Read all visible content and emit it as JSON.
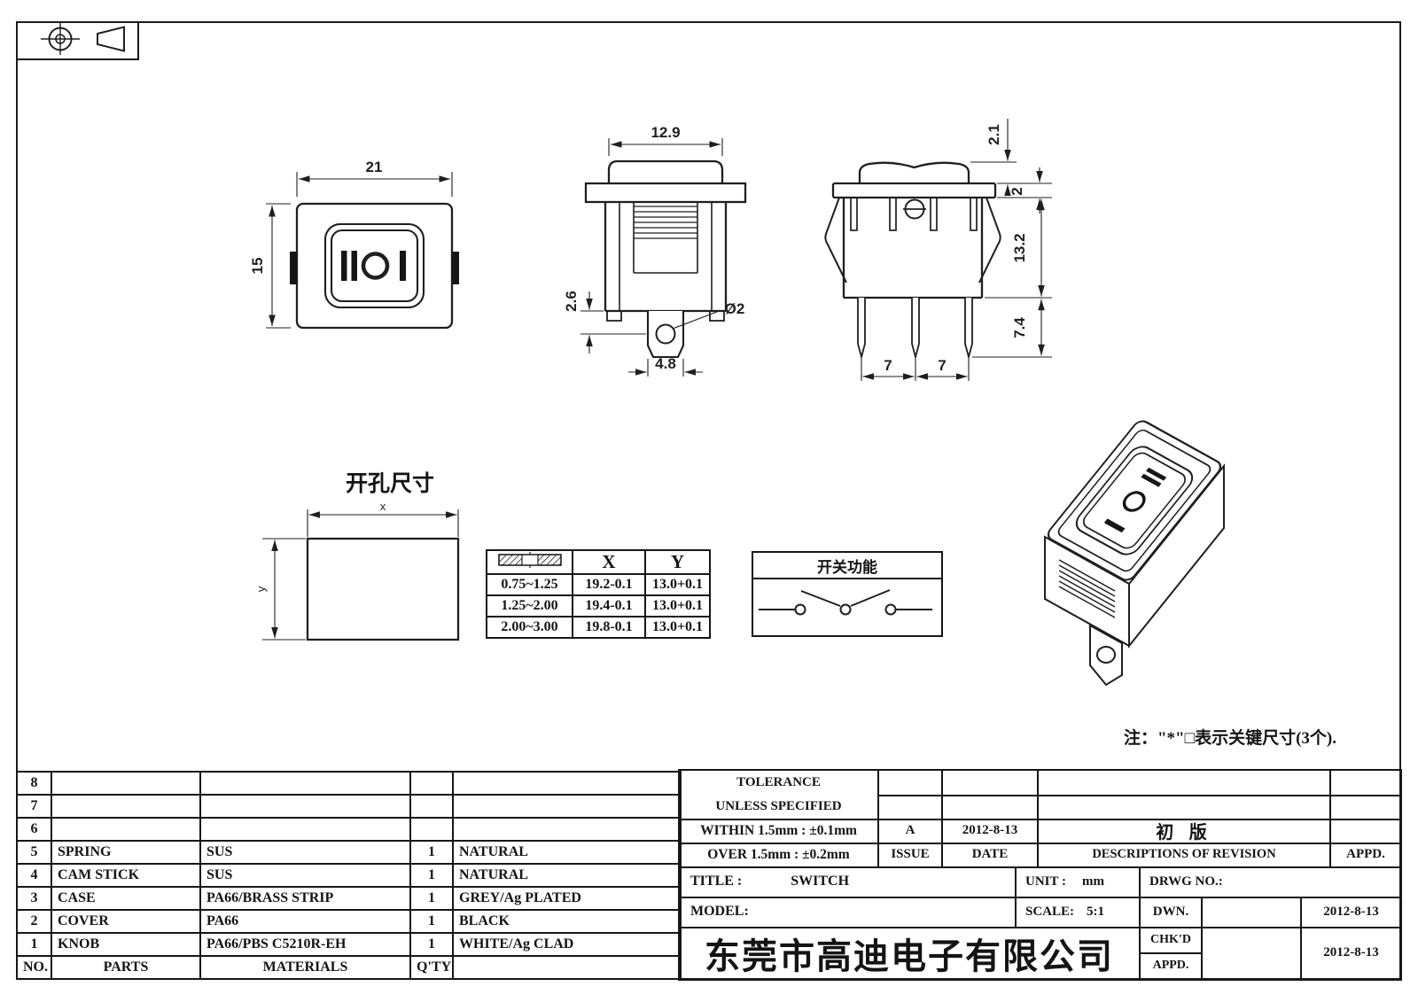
{
  "sheet": {
    "note": "注：\"*\"□表示关键尺寸(3个).",
    "projection_icon": "first-angle-projection-symbol"
  },
  "views": {
    "front": {
      "dim_width": "21",
      "dim_height": "15",
      "markings": "II O I"
    },
    "side": {
      "dim_width": "12.9",
      "dim_offset": "2.6",
      "dim_hole": "Ø2",
      "dim_terminal_width": "4.8"
    },
    "end": {
      "dim_knob_height": "2.1",
      "dim_flange": "2",
      "dim_body_height": "13.2",
      "dim_terminal_length": "7.4",
      "dim_pitch_left": "7",
      "dim_pitch_right": "7"
    },
    "iso": {
      "markings": "I O II"
    }
  },
  "cutout": {
    "title": "开孔尺寸",
    "x_label": "x",
    "y_label": "y"
  },
  "panel_table": {
    "thickness_icon": "panel-thickness-symbol",
    "col_x": "X",
    "col_y": "Y",
    "rows": [
      {
        "thickness": "0.75~1.25",
        "x": "19.2-0.1",
        "y": "13.0+0.1"
      },
      {
        "thickness": "1.25~2.00",
        "x": "19.4-0.1",
        "y": "13.0+0.1"
      },
      {
        "thickness": "2.00~3.00",
        "x": "19.8-0.1",
        "y": "13.0+0.1"
      }
    ]
  },
  "function_box": {
    "title": "开关功能"
  },
  "bom": {
    "header": {
      "no": "NO.",
      "parts": "PARTS",
      "materials": "MATERIALS",
      "qty": "Q'TY",
      "color": ""
    },
    "rows": [
      {
        "no": "8",
        "parts": "",
        "materials": "",
        "qty": "",
        "color": ""
      },
      {
        "no": "7",
        "parts": "",
        "materials": "",
        "qty": "",
        "color": ""
      },
      {
        "no": "6",
        "parts": "",
        "materials": "",
        "qty": "",
        "color": ""
      },
      {
        "no": "5",
        "parts": "SPRING",
        "materials": "SUS",
        "qty": "1",
        "color": "NATURAL"
      },
      {
        "no": "4",
        "parts": "CAM STICK",
        "materials": "SUS",
        "qty": "1",
        "color": "NATURAL"
      },
      {
        "no": "3",
        "parts": "CASE",
        "materials": "PA66/BRASS STRIP",
        "qty": "1",
        "color": "GREY/Ag PLATED"
      },
      {
        "no": "2",
        "parts": "COVER",
        "materials": "PA66",
        "qty": "1",
        "color": "BLACK"
      },
      {
        "no": "1",
        "parts": "KNOB",
        "materials": "PA66/PBS C5210R-EH",
        "qty": "1",
        "color": "WHITE/Ag CLAD"
      }
    ]
  },
  "revision_block": {
    "tolerance_line1": "TOLERANCE",
    "tolerance_line2": "UNLESS  SPECIFIED",
    "within": "WITHIN 1.5mm : ±0.1mm",
    "over": "OVER 1.5mm : ±0.2mm",
    "issue_value": "A",
    "issue_label": "ISSUE",
    "date_value": "2012-8-13",
    "date_label": "DATE",
    "revision_value": "初 版",
    "revision_label": "DESCRIPTIONS OF REVISION",
    "appd_label": "APPD."
  },
  "title_block": {
    "title_label": "TITLE :",
    "title_value": "SWITCH",
    "unit_label": "UNIT :",
    "unit_value": "mm",
    "drwg_label": "DRWG NO.:",
    "model_label": "MODEL:",
    "scale_label": "SCALE:",
    "scale_value": "5:1",
    "company": "东莞市高迪电子有限公司",
    "dwn_label": "DWN.",
    "dwn_date": "2012-8-13",
    "chkd_label": "CHK'D",
    "appd_label": "APPD.",
    "approval_date": "2012-8-13"
  }
}
